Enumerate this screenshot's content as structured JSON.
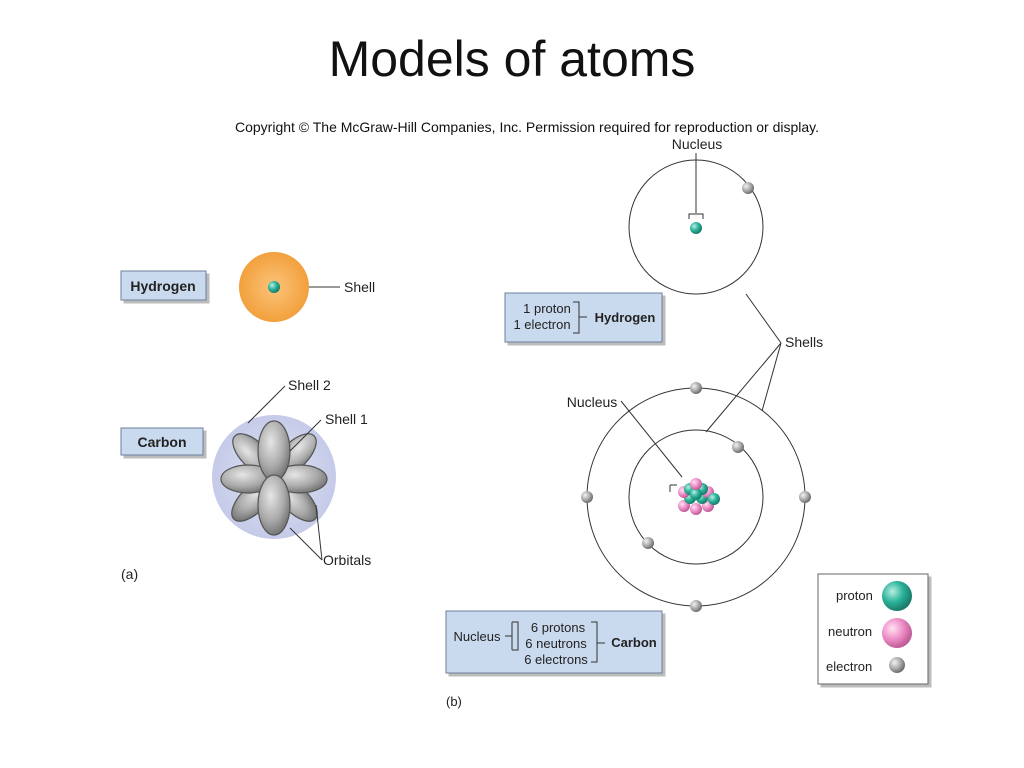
{
  "title": "Models of atoms",
  "copyright": "Copyright © The McGraw-Hill Companies, Inc. Permission required for reproduction or display.",
  "panel_a": {
    "label": "(a)",
    "hydrogen_label": "Hydrogen",
    "hydrogen_shell": "Shell",
    "carbon_label": "Carbon",
    "shell2": "Shell 2",
    "shell1": "Shell 1",
    "orbitals": "Orbitals"
  },
  "panel_b": {
    "label": "(b)",
    "nucleus_top": "Nucleus",
    "shells": "Shells",
    "nucleus_carbon": "Nucleus",
    "hydrogen_box": {
      "proton": "1 proton",
      "electron": "1 electron",
      "name": "Hydrogen"
    },
    "carbon_box": {
      "nucleus": "Nucleus",
      "protons": "6 protons",
      "neutrons": "6 neutrons",
      "electrons": "6 electrons",
      "name": "Carbon"
    },
    "legend": {
      "proton": "proton",
      "neutron": "neutron",
      "electron": "electron"
    }
  },
  "colors": {
    "label_box": "#c9d9ee",
    "shell_orange": "#f2a541",
    "proton_teal": "#2bb39a",
    "neutron_pink": "#ee8fc7",
    "electron_gray": "#a8a8a8",
    "carbon_halo": "#cfd4ec"
  }
}
